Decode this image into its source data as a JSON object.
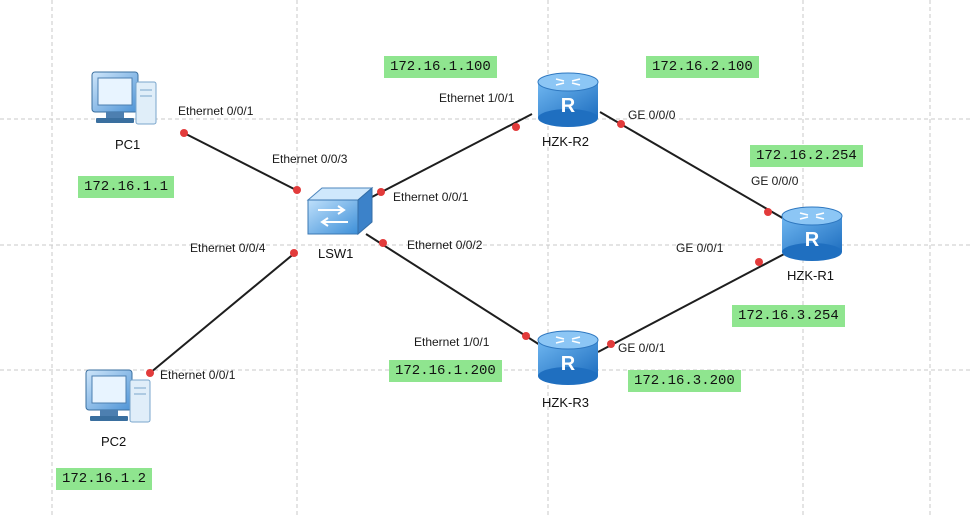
{
  "colors": {
    "grid": "#c9c9c9",
    "link": "#1e1e1e",
    "port_dot": "#e23b3b",
    "ip_tag_bg": "#8fe58f",
    "router_body": "#2f86d6",
    "switch_body": "#5aa6e6"
  },
  "devices": [
    {
      "id": "pc1",
      "label": "PC1",
      "icon": "pc-icon"
    },
    {
      "id": "pc2",
      "label": "PC2",
      "icon": "pc-icon"
    },
    {
      "id": "lsw1",
      "label": "LSW1",
      "icon": "switch-icon"
    },
    {
      "id": "r2",
      "label": "HZK-R2",
      "icon": "router-icon"
    },
    {
      "id": "r3",
      "label": "HZK-R3",
      "icon": "router-icon"
    },
    {
      "id": "r1",
      "label": "HZK-R1",
      "icon": "router-icon"
    }
  ],
  "links": [
    {
      "from": "pc1",
      "to": "lsw1",
      "from_port": "Ethernet 0/0/1",
      "to_port": "Ethernet 0/0/3"
    },
    {
      "from": "pc2",
      "to": "lsw1",
      "from_port": "Ethernet 0/0/1",
      "to_port": "Ethernet 0/0/4"
    },
    {
      "from": "lsw1",
      "to": "r2",
      "from_port": "Ethernet 0/0/1",
      "to_port": "Ethernet 1/0/1"
    },
    {
      "from": "lsw1",
      "to": "r3",
      "from_port": "Ethernet 0/0/2",
      "to_port": "Ethernet 1/0/1"
    },
    {
      "from": "r2",
      "to": "r1",
      "from_port": "GE 0/0/0",
      "to_port": "GE 0/0/0"
    },
    {
      "from": "r3",
      "to": "r1",
      "from_port": "GE 0/0/1",
      "to_port": "GE 0/0/1"
    }
  ],
  "ip_tags": {
    "pc1": "172.16.1.1",
    "pc2": "172.16.1.2",
    "r2_e101": "172.16.1.100",
    "r2_ge000": "172.16.2.100",
    "r3_e101": "172.16.1.200",
    "r3_ge001": "172.16.3.200",
    "r1_ge000": "172.16.2.254",
    "r1_ge001": "172.16.3.254"
  }
}
